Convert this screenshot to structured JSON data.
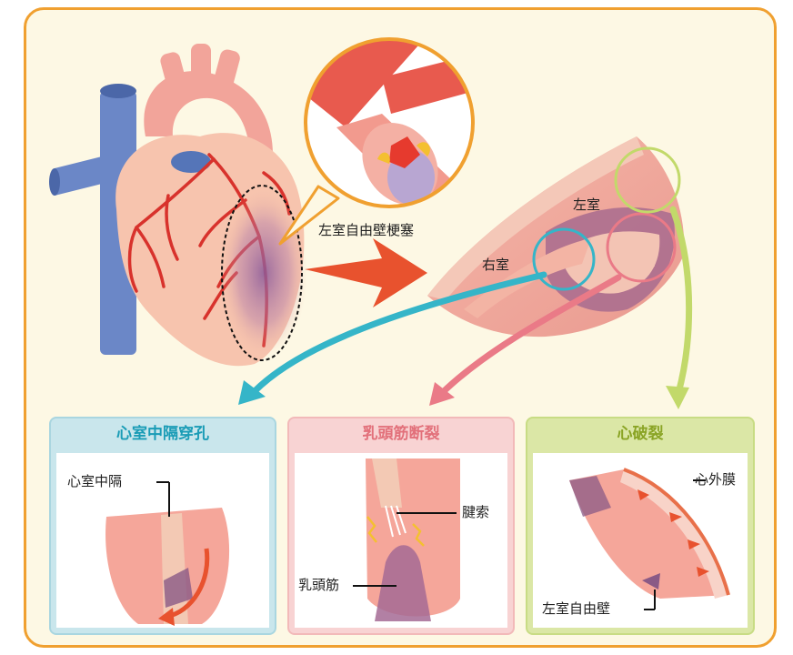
{
  "labels": {
    "infarct": "左室自由壁梗塞",
    "left_ventricle": "左室",
    "right_ventricle": "右室"
  },
  "panels": [
    {
      "title": "心室中隔穿孔",
      "callouts": [
        "心室中隔"
      ],
      "header_color": "#c9e6ec",
      "border_color": "#a9d6e0",
      "title_color": "#1a9cb6"
    },
    {
      "title": "乳頭筋断裂",
      "callouts": [
        "腱索",
        "乳頭筋"
      ],
      "header_color": "#f8d3d3",
      "border_color": "#f2b9b9",
      "title_color": "#e2707a"
    },
    {
      "title": "心破裂",
      "callouts": [
        "心外膜",
        "左室自由壁"
      ],
      "header_color": "#dbe7a6",
      "border_color": "#c8dc84",
      "title_color": "#8aa425"
    }
  ],
  "colors": {
    "frame_border": "#f0a030",
    "background": "#fdf8e4",
    "blue_arrow": "#35b5c8",
    "pink_arrow": "#ea7a87",
    "green_arrow": "#c2d96a",
    "big_arrow": "#e8522e"
  }
}
